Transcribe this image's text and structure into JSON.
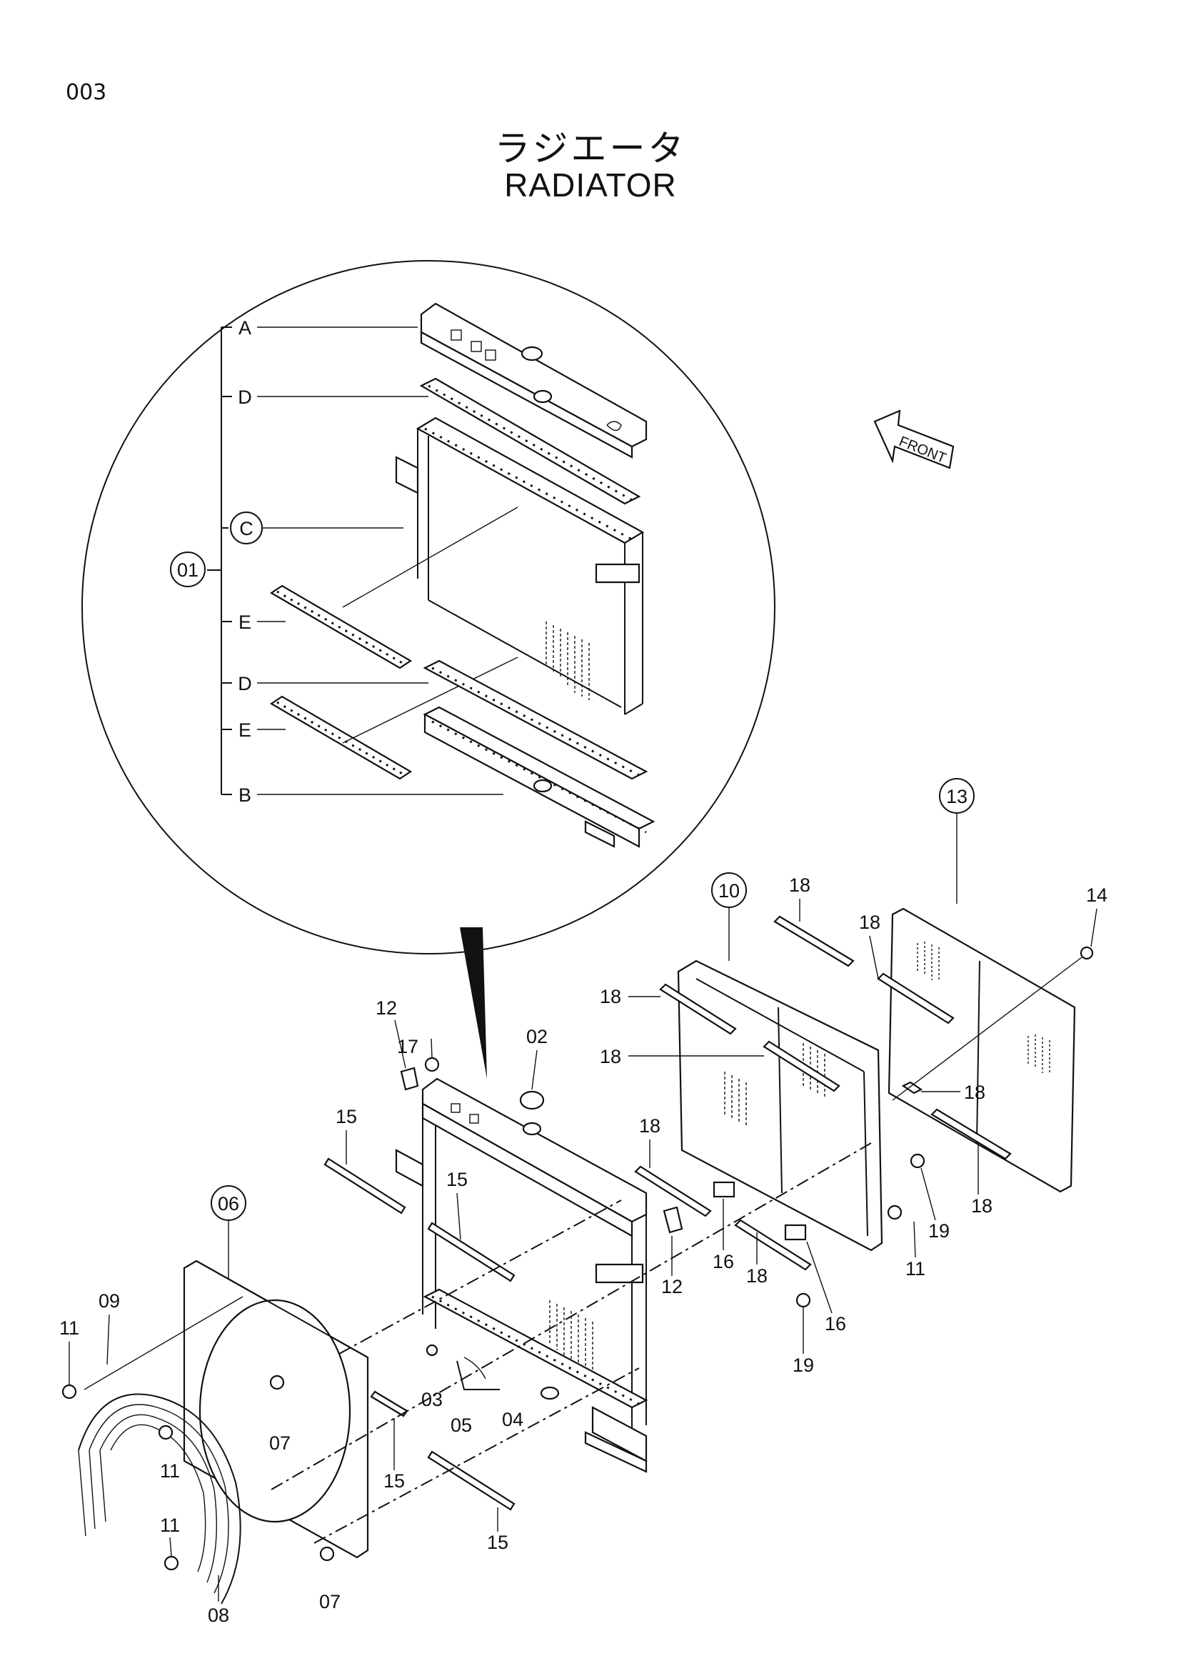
{
  "page_number": "003",
  "title_jp": "ラジエータ",
  "title_en": "RADIATOR",
  "front_label": "FRONT",
  "detail_callout": "01",
  "detail_letters": {
    "a": "A",
    "d_top": "D",
    "c": "C",
    "e_top": "E",
    "d_bottom": "D",
    "e_bottom": "E",
    "b": "B"
  },
  "callouts": {
    "p02": "02",
    "p03": "03",
    "p04": "04",
    "p05": "05",
    "p06": "06",
    "p07a": "07",
    "p07b": "07",
    "p08": "08",
    "p09": "09",
    "p10": "10",
    "p11a": "11",
    "p11b": "11",
    "p11c": "11",
    "p11d": "11",
    "p12a": "12",
    "p12b": "12",
    "p13": "13",
    "p14": "14",
    "p15a": "15",
    "p15b": "15",
    "p15c": "15",
    "p15d": "15",
    "p16a": "16",
    "p16b": "16",
    "p17": "17",
    "p18a": "18",
    "p18b": "18",
    "p18c": "18",
    "p18d": "18",
    "p18e": "18",
    "p18f": "18",
    "p18g": "18",
    "p18h": "18",
    "p19a": "19",
    "p19b": "19"
  }
}
